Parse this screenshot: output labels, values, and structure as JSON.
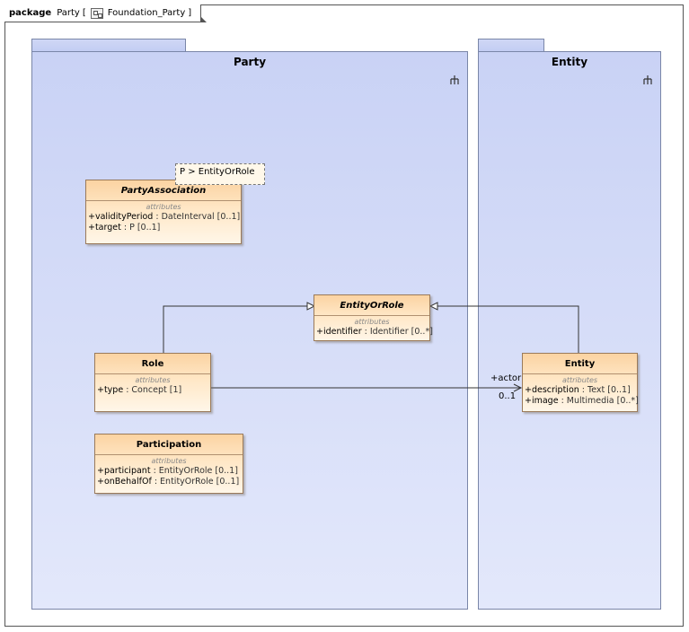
{
  "diagram": {
    "keyword": "package",
    "name": "Party",
    "bracket_open": "[",
    "diagram_name": "Foundation_Party",
    "bracket_close": "]"
  },
  "packages": {
    "party": {
      "title": "Party"
    },
    "entity": {
      "title": "Entity"
    }
  },
  "classes": {
    "party_association": {
      "name": "PartyAssociation",
      "template_param": "P > EntityOrRole",
      "compartment": "attributes",
      "attributes": [
        {
          "name": "+validityPeriod",
          "type": " : DateInterval [0..1]"
        },
        {
          "name": "+target",
          "type": " : P [0..1]"
        }
      ]
    },
    "entity_or_role": {
      "name": "EntityOrRole",
      "compartment": "attributes",
      "attributes": [
        {
          "name": "+identifier",
          "type": " : Identifier [0..*]"
        }
      ]
    },
    "role": {
      "name": "Role",
      "compartment": "attributes",
      "attributes": [
        {
          "name": "+type",
          "type": " : Concept [1]"
        }
      ]
    },
    "participation": {
      "name": "Participation",
      "compartment": "attributes",
      "attributes": [
        {
          "name": "+participant",
          "type": " : EntityOrRole [0..1]"
        },
        {
          "name": "+onBehalfOf",
          "type": " : EntityOrRole [0..1]"
        }
      ]
    },
    "entity": {
      "name": "Entity",
      "compartment": "attributes",
      "attributes": [
        {
          "name": "+description",
          "type": " : Text [0..1]"
        },
        {
          "name": "+image",
          "type": " : Multimedia [0..*]"
        }
      ]
    }
  },
  "association": {
    "role_name": "+actor",
    "multiplicity": "0..1"
  }
}
